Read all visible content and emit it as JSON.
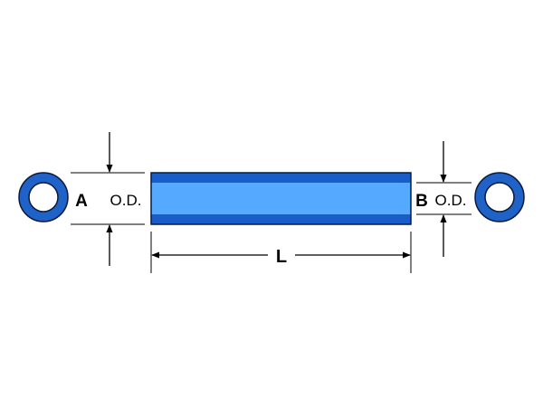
{
  "labels": {
    "end_a_letter": "A",
    "end_a_od": "O.D.",
    "end_b_letter": "B",
    "end_b_od": "O.D.",
    "length": "L"
  },
  "colors": {
    "tube_body": "#55AAFF",
    "tube_edge": "#1A5CC8",
    "ring": "#1F63C9",
    "outline": "#0A1A3A",
    "line": "#000000"
  }
}
